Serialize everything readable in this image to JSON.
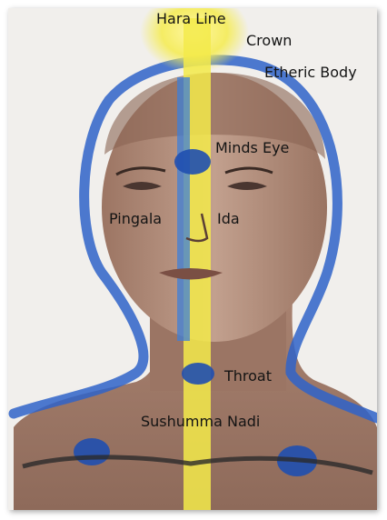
{
  "labels": {
    "hara_line": "Hara Line",
    "crown": "Crown",
    "etheric_body": "Etheric Body",
    "minds_eye": "Minds Eye",
    "pingala": "Pingala",
    "ida": "Ida",
    "throat": "Throat",
    "sushumma_nadi": "Sushumma Nadi"
  },
  "colors": {
    "aura_blue": "#2f63c9",
    "hara_yellow": "#f2e83a",
    "skin": "#a07a66",
    "chakra_blue": "#1f4fb0"
  }
}
